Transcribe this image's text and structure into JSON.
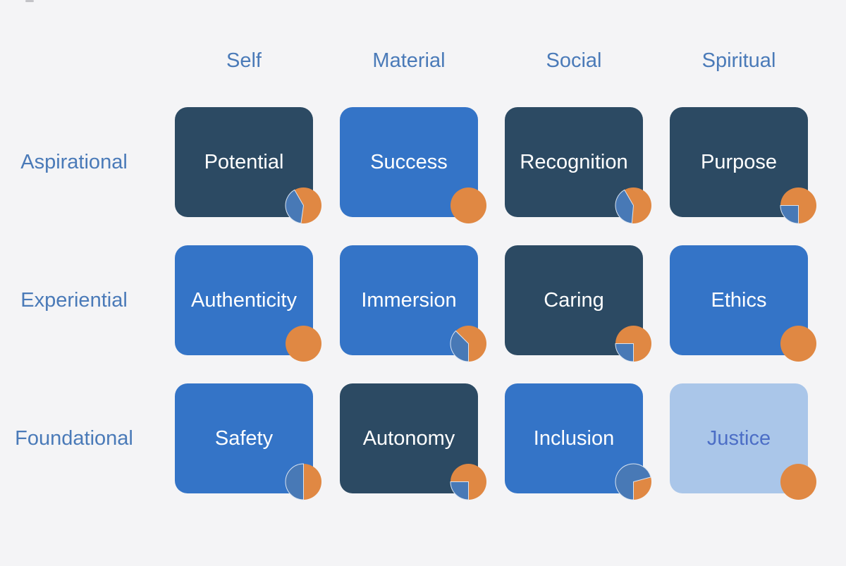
{
  "colors": {
    "background": "#f4f4f6",
    "card_dark": "#2c4a63",
    "card_blue": "#3474c7",
    "card_light": "#aac6e9",
    "label_blue": "#4a7ab8",
    "justice_text": "#4c6ec6",
    "pie_orange": "#e08843",
    "pie_blue": "#4879b6",
    "pie_edge": "#d9e3f0"
  },
  "matrix": {
    "column_headers": [
      "Self",
      "Material",
      "Social",
      "Spiritual"
    ],
    "rows": [
      {
        "row": "Aspirational",
        "cells": [
          {
            "label": "Potential",
            "variant": "dark",
            "pie_blue_from": 188,
            "pie_blue_span": 142,
            "pie_blue_fraction": 0.39
          },
          {
            "label": "Success",
            "variant": "blue",
            "pie_blue_from": 0,
            "pie_blue_span": 0,
            "pie_blue_fraction": 0
          },
          {
            "label": "Recognition",
            "variant": "dark",
            "pie_blue_from": 185,
            "pie_blue_span": 145,
            "pie_blue_fraction": 0.4
          },
          {
            "label": "Purpose",
            "variant": "dark",
            "pie_blue_from": 180,
            "pie_blue_span": 90,
            "pie_blue_fraction": 0.25
          }
        ]
      },
      {
        "row": "Experiential",
        "cells": [
          {
            "label": "Authenticity",
            "variant": "blue",
            "pie_blue_from": 0,
            "pie_blue_span": 0,
            "pie_blue_fraction": 0
          },
          {
            "label": "Immersion",
            "variant": "blue",
            "pie_blue_from": 180,
            "pie_blue_span": 135,
            "pie_blue_fraction": 0.375
          },
          {
            "label": "Caring",
            "variant": "dark",
            "pie_blue_from": 180,
            "pie_blue_span": 90,
            "pie_blue_fraction": 0.25
          },
          {
            "label": "Ethics",
            "variant": "blue",
            "pie_blue_from": 0,
            "pie_blue_span": 0,
            "pie_blue_fraction": 0
          }
        ]
      },
      {
        "row": "Foundational",
        "cells": [
          {
            "label": "Safety",
            "variant": "blue",
            "pie_blue_from": 180,
            "pie_blue_span": 180,
            "pie_blue_fraction": 0.5
          },
          {
            "label": "Autonomy",
            "variant": "dark",
            "pie_blue_from": 180,
            "pie_blue_span": 90,
            "pie_blue_fraction": 0.25
          },
          {
            "label": "Inclusion",
            "variant": "blue",
            "pie_blue_from": 180,
            "pie_blue_span": 255,
            "pie_blue_fraction": 0.71
          },
          {
            "label": "Justice",
            "variant": "light",
            "pie_blue_from": 0,
            "pie_blue_span": 0,
            "pie_blue_fraction": 0
          }
        ]
      }
    ]
  }
}
